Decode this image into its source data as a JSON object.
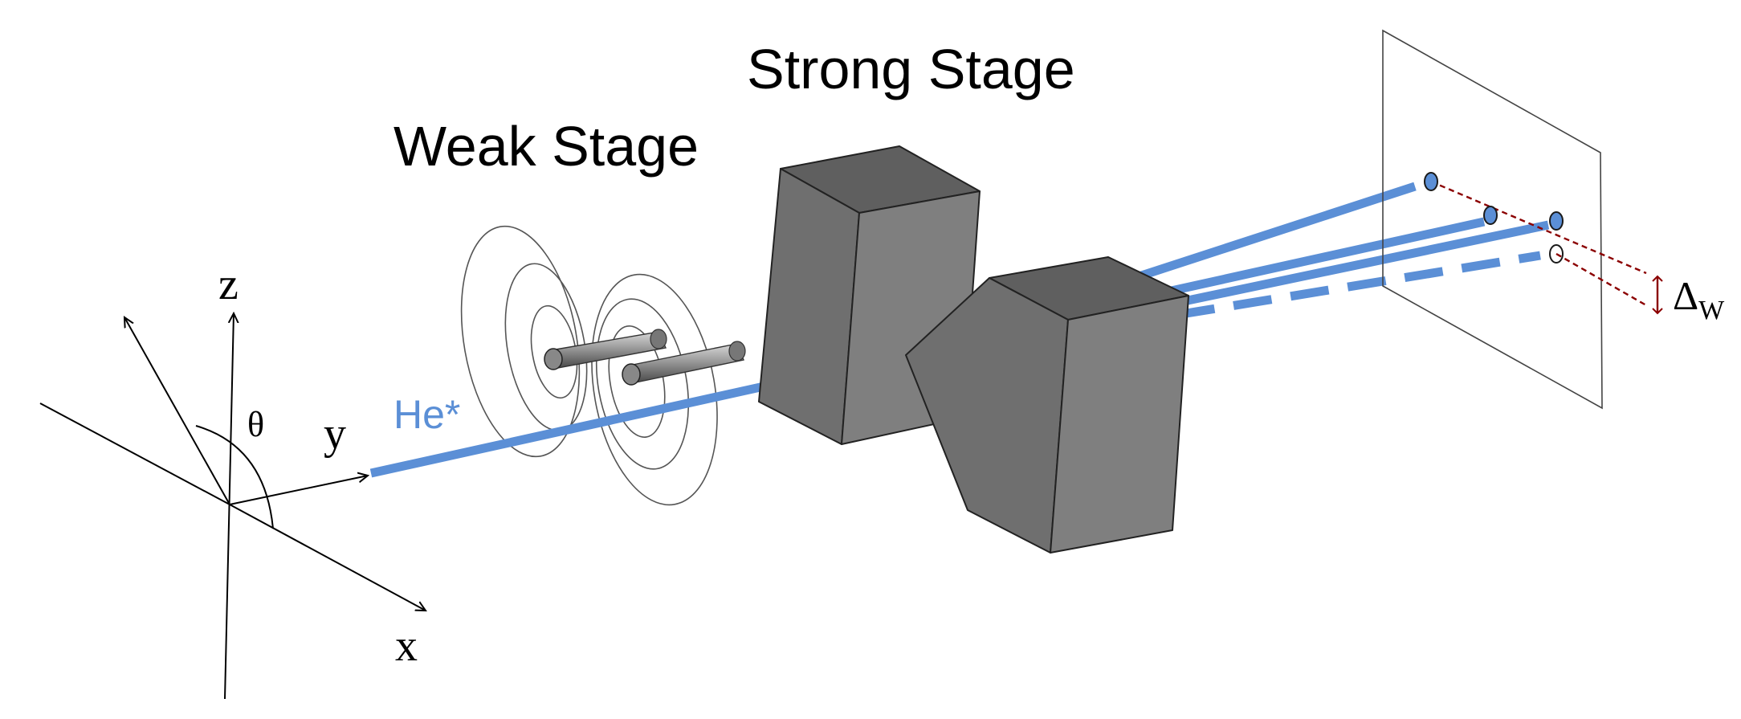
{
  "labels": {
    "strong_stage": "Strong Stage",
    "weak_stage": "Weak Stage",
    "beam": "He*",
    "axis_z": "z",
    "axis_y": "y",
    "axis_x": "x",
    "angle": "θ",
    "delta_symbol": "Δ",
    "delta_subscript": "W"
  },
  "colors": {
    "beam": "#5b8fd6",
    "magnet_front": "#7f7f7f",
    "magnet_top": "#5f5f5f",
    "magnet_side": "#6f6f6f",
    "displacement_marker": "#8b0000",
    "axis_lines": "#000000"
  }
}
